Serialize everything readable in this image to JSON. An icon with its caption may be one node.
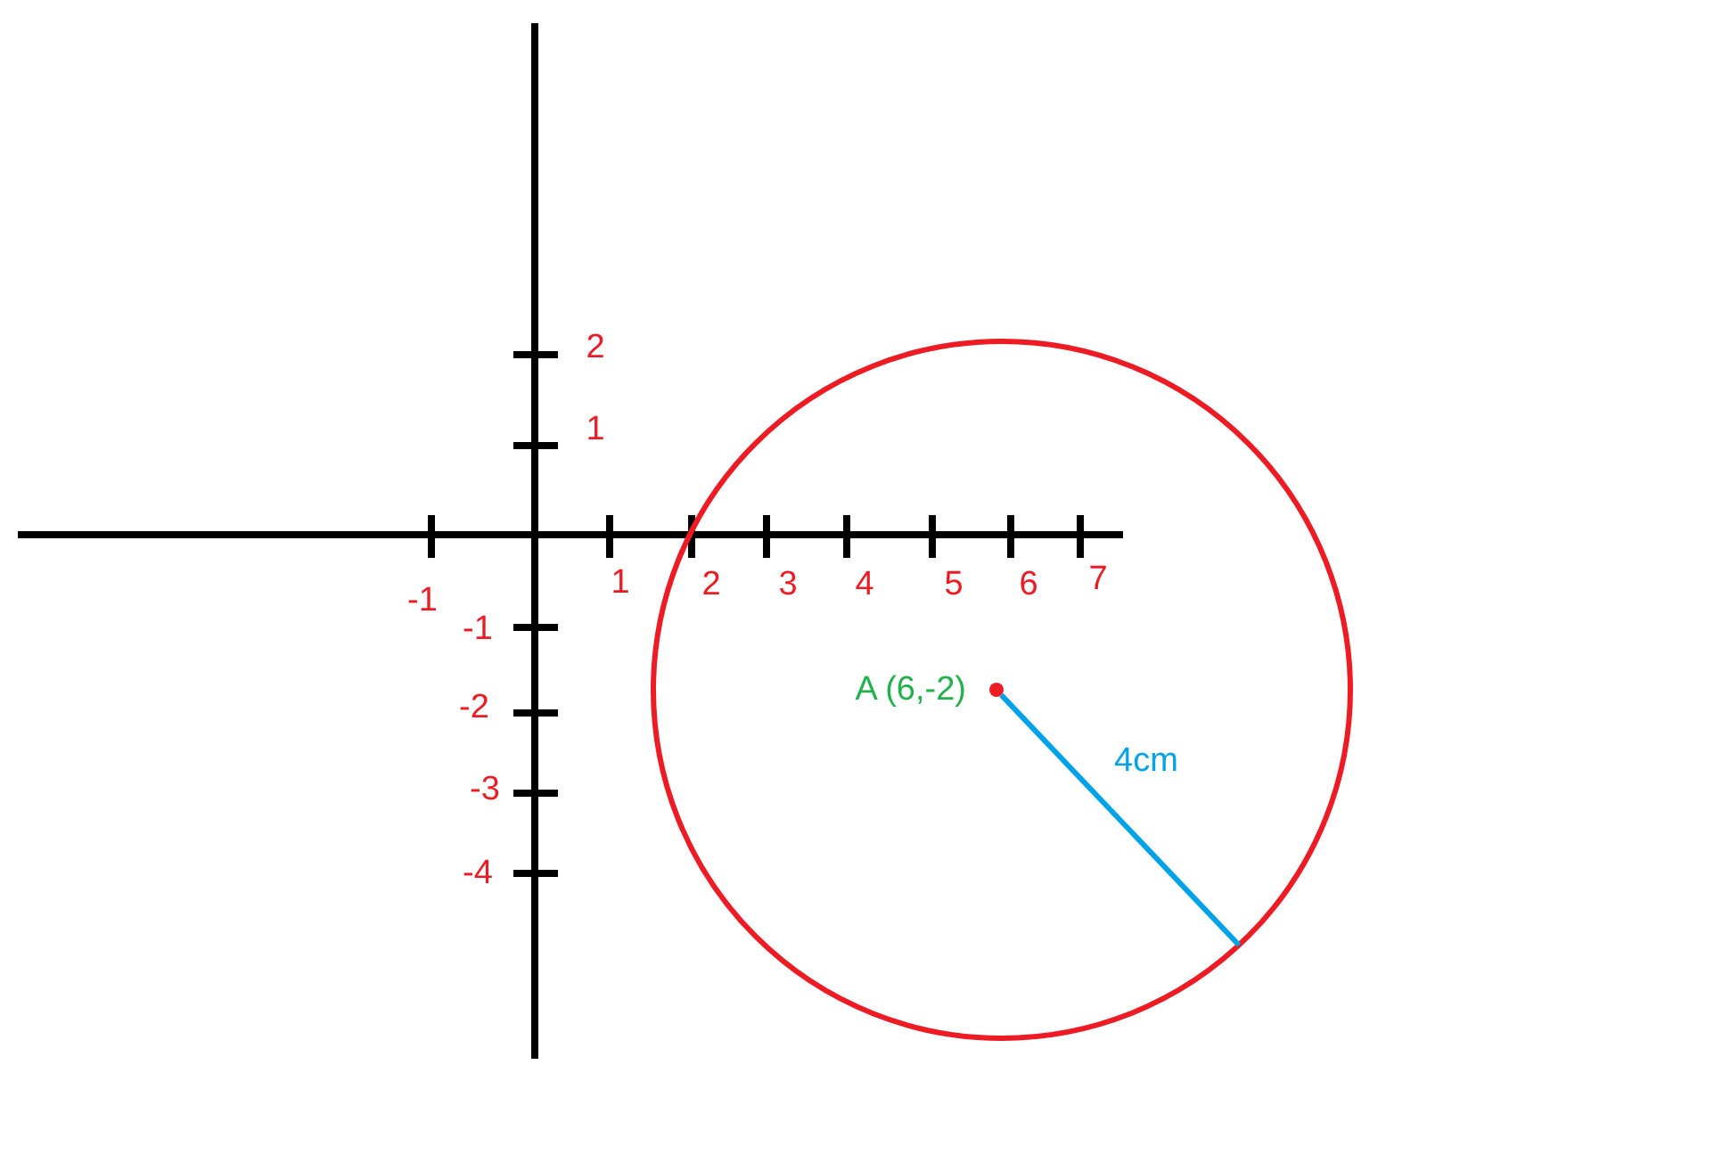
{
  "diagram": {
    "nodes": [
      {
        "text": [],
        "shape": "circle"
      },
      {
        "text": [],
        "shape": "circle",
        "in": 0,
        "beside": [
          "A (6,-2)"
        ]
      }
    ],
    "edges": [
      {
        "from": 1,
        "to": 0,
        "arrow": "none",
        "label": "4cm",
        "color": "#00a2e8"
      }
    ],
    "labels": [
      "2",
      "1",
      "1",
      "2",
      "3",
      "4",
      "5",
      "6",
      "7",
      "-1",
      "-1",
      "-2",
      "-3",
      "-4"
    ]
  }
}
